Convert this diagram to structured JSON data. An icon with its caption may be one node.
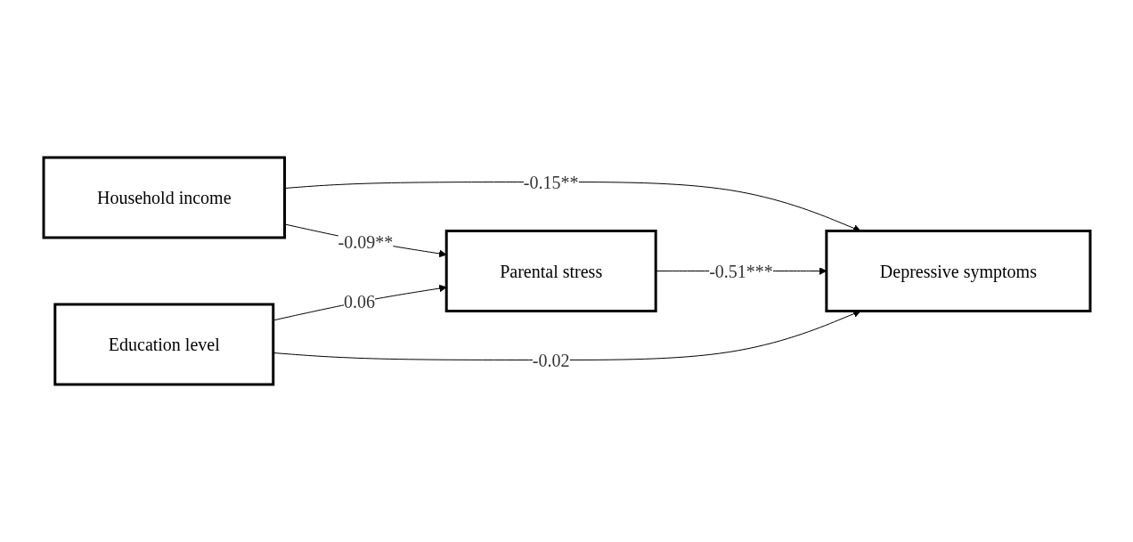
{
  "diagram": {
    "nodes": [
      {
        "text": [
          "Household income"
        ]
      },
      {
        "text": [
          "Education level"
        ]
      },
      {
        "text": [
          "Parental stress"
        ]
      },
      {
        "text": [
          "Depressive symptoms"
        ]
      }
    ],
    "edges": [
      {
        "from": 0,
        "to": 3,
        "arrow": "to",
        "label": "-0.15**"
      },
      {
        "from": 0,
        "to": 2,
        "arrow": "to",
        "label": "-0.09**"
      },
      {
        "from": 1,
        "to": 2,
        "arrow": "to",
        "label": "0.06"
      },
      {
        "from": 2,
        "to": 3,
        "arrow": "to",
        "label": "-0.51***"
      },
      {
        "from": 1,
        "to": 3,
        "arrow": "to",
        "label": "-0.02"
      }
    ]
  }
}
